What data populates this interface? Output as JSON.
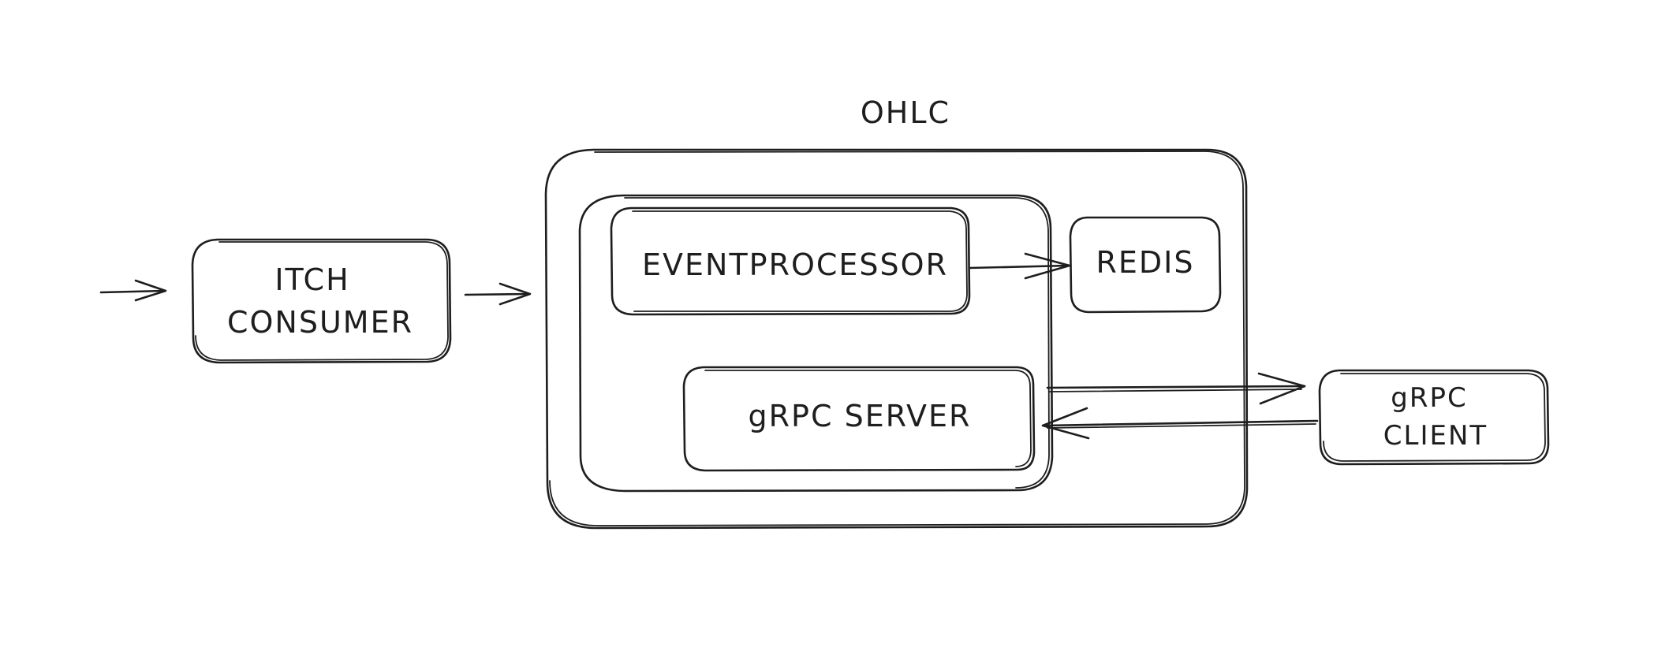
{
  "diagram": {
    "group_title": "OHLC",
    "nodes": {
      "itch_consumer": {
        "line1": "ITCH",
        "line2": "CONSUMER"
      },
      "event_processor": {
        "label": "EVENTPROCESSOR"
      },
      "redis": {
        "label": "REDIS"
      },
      "grpc_server": {
        "label": "gRPC SERVER"
      },
      "grpc_client": {
        "line1": "gRPC",
        "line2": "CLIENT"
      }
    },
    "edges": [
      {
        "from": "input",
        "to": "itch_consumer"
      },
      {
        "from": "itch_consumer",
        "to": "ohlc"
      },
      {
        "from": "event_processor",
        "to": "redis"
      },
      {
        "from": "grpc_server",
        "to": "grpc_client"
      },
      {
        "from": "grpc_client",
        "to": "grpc_server"
      }
    ]
  }
}
